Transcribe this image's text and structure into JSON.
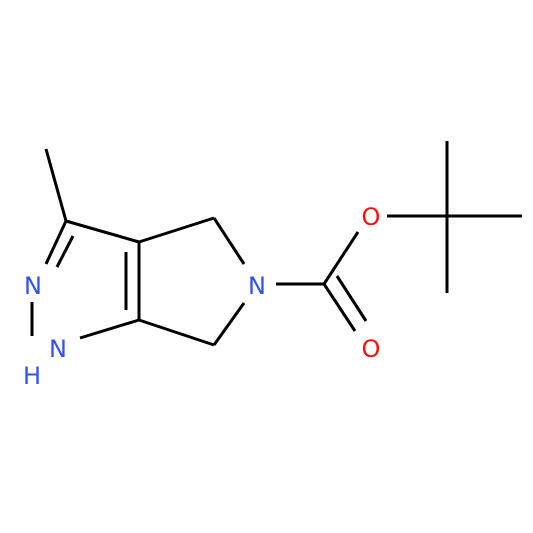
{
  "molecule": {
    "atoms": {
      "n_pyrazole": {
        "symbol": "N",
        "color": "#3050F8"
      },
      "n_h": {
        "symbol": "N",
        "color": "#3050F8"
      },
      "h": {
        "symbol": "H",
        "color": "#3050F8"
      },
      "n_pyrroline": {
        "symbol": "N",
        "color": "#3050F8"
      },
      "o_ester": {
        "symbol": "O",
        "color": "#FF0D0D"
      },
      "o_carbonyl": {
        "symbol": "O",
        "color": "#FF0D0D"
      }
    },
    "bond_color": "#000000"
  }
}
